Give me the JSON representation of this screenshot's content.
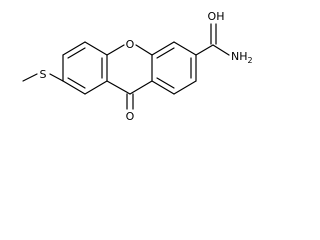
{
  "molecule": {
    "atoms": {
      "ring_oxygen": "O",
      "carbonyl_oxygen": "O",
      "amide_oxygen": "OH",
      "amide_nitrogen": "NH",
      "amide_nitrogen_sub": "2",
      "sulfur": "S"
    },
    "colors": {
      "bond": "#000000",
      "label": "#000000",
      "background": "#ffffff"
    }
  }
}
